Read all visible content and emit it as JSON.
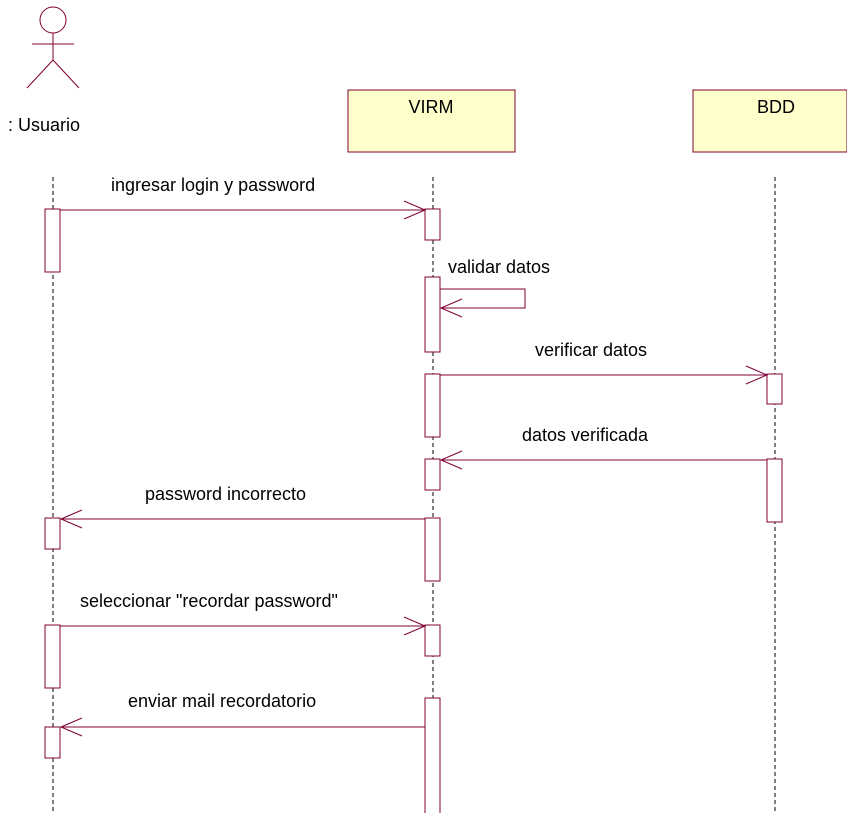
{
  "colors": {
    "line": "#800033",
    "object_fill": "#ffffcc",
    "lifeline": "#000000",
    "text": "#000000"
  },
  "actor": {
    "label": ": Usuario"
  },
  "objects": [
    {
      "id": "virm",
      "label": "VIRM"
    },
    {
      "id": "bdd",
      "label": "BDD"
    }
  ],
  "messages": [
    {
      "label": "ingresar login y  password",
      "from": "usuario",
      "to": "virm"
    },
    {
      "label": "validar datos",
      "from": "virm",
      "to": "virm"
    },
    {
      "label": "verificar datos",
      "from": "virm",
      "to": "bdd"
    },
    {
      "label": "datos verificada",
      "from": "bdd",
      "to": "virm"
    },
    {
      "label": "password incorrecto",
      "from": "virm",
      "to": "usuario"
    },
    {
      "label": "seleccionar \"recordar password\"",
      "from": "usuario",
      "to": "virm"
    },
    {
      "label": "enviar mail recordatorio",
      "from": "virm",
      "to": "usuario"
    }
  ]
}
